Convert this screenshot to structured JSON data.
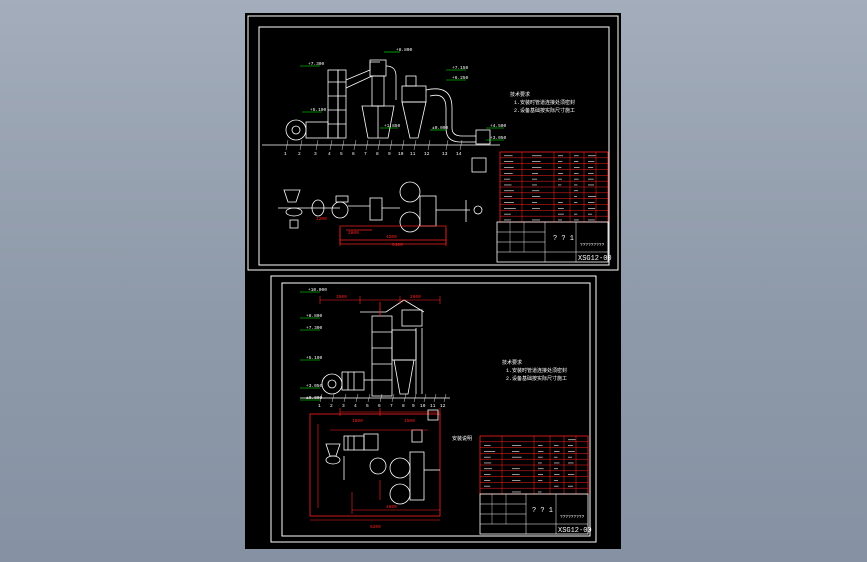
{
  "viewer": {
    "background_color": "#98a3b2",
    "sheet_color": "#000000",
    "line_color": "#ffffff",
    "dimension_color": "#ff2020",
    "table_color": "#ff2020"
  },
  "sheets": [
    {
      "id": "sheet-1",
      "levels": [
        "+8.800",
        "+7.300",
        "+7.150",
        "+6.250",
        "+5.190",
        "+4.500",
        "+3.050",
        "+1.850",
        "±0.000"
      ],
      "part_numbers": [
        "1",
        "2",
        "3",
        "4",
        "5",
        "6",
        "7",
        "8",
        "9",
        "10",
        "11",
        "12",
        "13",
        "14"
      ],
      "notes": [
        "技术要求",
        "1.安装时管道连接处须密封",
        "2.设备基础按实际尺寸施工"
      ],
      "dimension_labels": [
        "4200",
        "5400",
        "2800",
        "1200"
      ],
      "title_block": {
        "question_text": "? ? 1",
        "company_text": "?????????",
        "drawing_number": "XSG12-00"
      }
    },
    {
      "id": "sheet-2",
      "levels": [
        "+10.000",
        "+8.800",
        "+7.300",
        "+5.190",
        "+3.050",
        "±0.000"
      ],
      "part_numbers": [
        "1",
        "2",
        "3",
        "4",
        "5",
        "6",
        "7",
        "8",
        "9",
        "10",
        "11",
        "12"
      ],
      "notes": [
        "技术要求",
        "1.安装时管道连接处须密封",
        "2.设备基础按实际尺寸施工"
      ],
      "side_note": "安装说明",
      "dimension_labels": [
        "3500",
        "2600",
        "1800",
        "1500",
        "4800",
        "6200"
      ],
      "title_block": {
        "question_text": "? ? 1",
        "company_text": "?????????",
        "drawing_number": "XSG12-00"
      }
    }
  ]
}
